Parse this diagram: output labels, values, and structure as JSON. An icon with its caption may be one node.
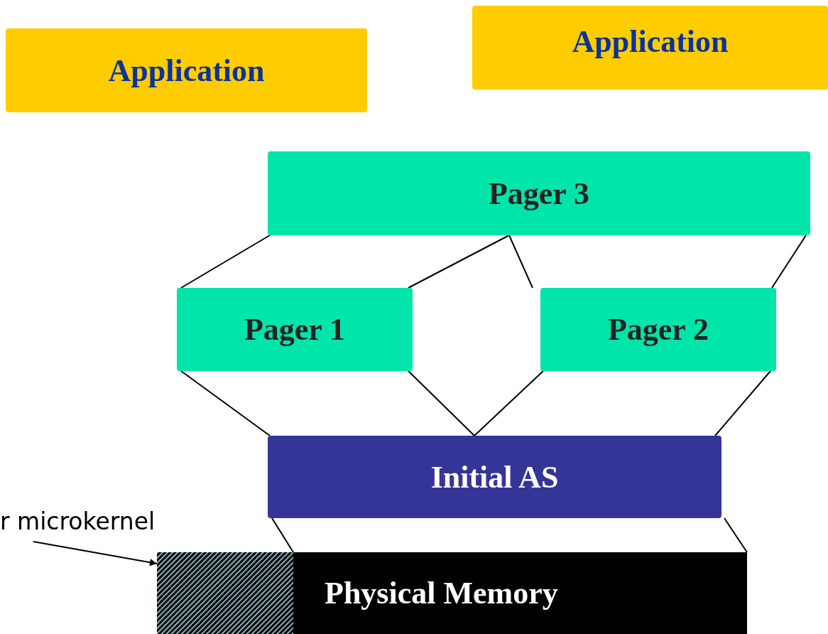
{
  "diagram": {
    "nodes": [
      {
        "text": [
          "Application"
        ]
      },
      {
        "text": [
          "Application"
        ]
      },
      {
        "text": [
          "Pager 3"
        ]
      },
      {
        "text": [
          "Pager 1"
        ]
      },
      {
        "text": [
          "Pager 2"
        ]
      },
      {
        "text": [
          "Initial AS"
        ]
      },
      {
        "text": [
          "r microkernel"
        ]
      },
      {
        "text": [
          "Physical Memory"
        ]
      },
      {
        "text": [],
        "shape": "box",
        "in": 7
      }
    ],
    "edges": [
      {
        "from": 2,
        "to": 3,
        "arrow": "none"
      },
      {
        "from": 2,
        "to": 3,
        "arrow": "none"
      },
      {
        "from": 2,
        "to": 4,
        "arrow": "none"
      },
      {
        "from": 2,
        "to": 4,
        "arrow": "none"
      },
      {
        "from": 3,
        "to": 5,
        "arrow": "none"
      },
      {
        "from": 3,
        "to": 5,
        "arrow": "none"
      },
      {
        "from": 4,
        "to": 5,
        "arrow": "none"
      },
      {
        "from": 4,
        "to": 5,
        "arrow": "none"
      },
      {
        "from": 5,
        "to": 7,
        "arrow": "none"
      },
      {
        "from": 5,
        "to": 7,
        "arrow": "none"
      },
      {
        "from": 6,
        "to": 8,
        "arrow": "to"
      }
    ]
  }
}
